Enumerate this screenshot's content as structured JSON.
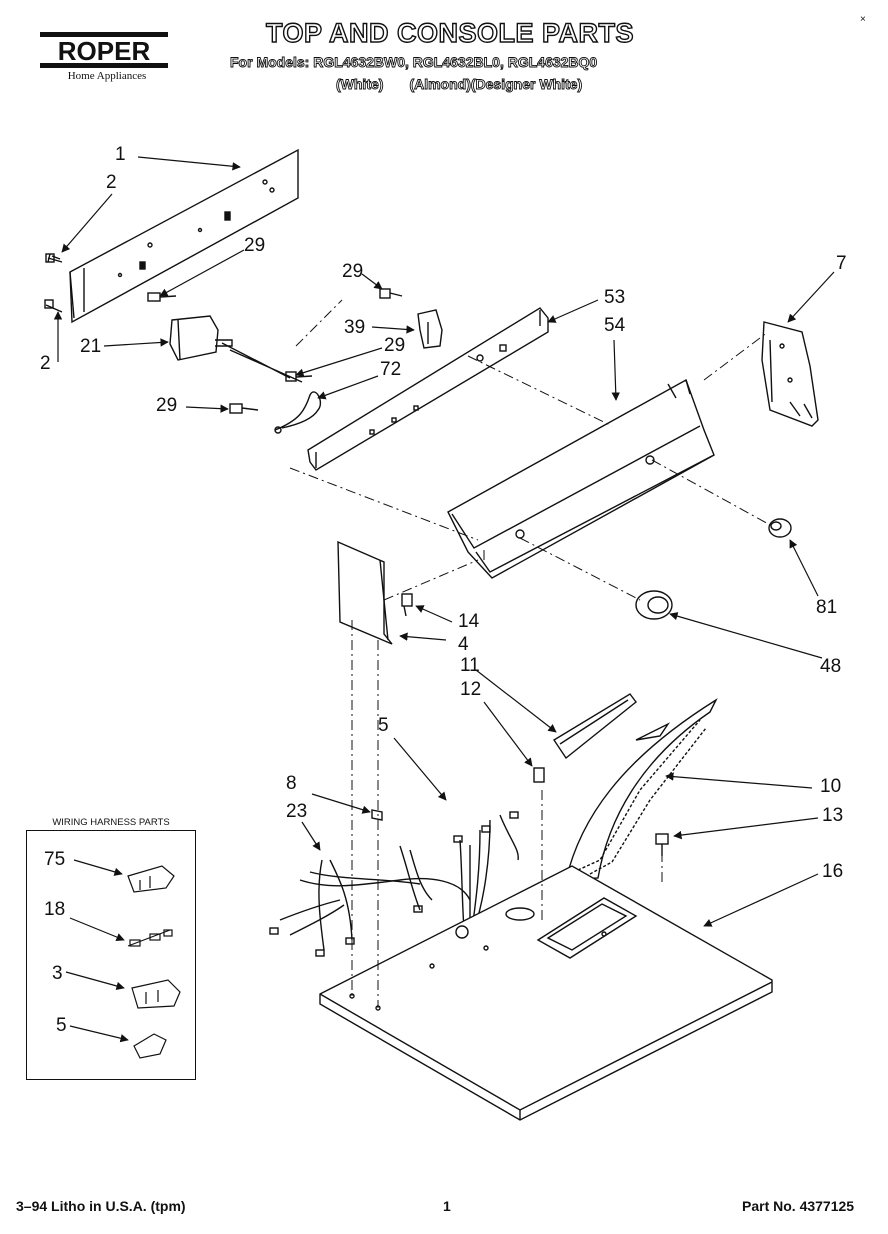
{
  "header": {
    "brand": "ROPER",
    "brand_sub": "Home Appliances",
    "title": "TOP AND CONSOLE PARTS",
    "models": "For Models: RGL4632BW0, RGL4632BL0, RGL4632BQ0",
    "color_white": "(White)",
    "color_almond": "(Almond)",
    "color_designer": "(Designer White)",
    "corner_mark": "×"
  },
  "callouts": {
    "c1": "1",
    "c2a": "2",
    "c2b": "2",
    "c29a": "29",
    "c29b": "29",
    "c29c": "29",
    "c29d": "29",
    "c21": "21",
    "c39": "39",
    "c53": "53",
    "c54": "54",
    "c7": "7",
    "c72": "72",
    "c81": "81",
    "c48": "48",
    "c14": "14",
    "c4": "4",
    "c11": "11",
    "c12": "12",
    "c5": "5",
    "c8": "8",
    "c23": "23",
    "c10": "10",
    "c13": "13",
    "c16": "16"
  },
  "wiring_harness": {
    "title": "WIRING HARNESS PARTS",
    "items": [
      "75",
      "18",
      "3",
      "5"
    ]
  },
  "footer": {
    "litho": "3–94 Litho in U.S.A. (tpm)",
    "page": "1",
    "part_no": "Part No. 4377125"
  }
}
